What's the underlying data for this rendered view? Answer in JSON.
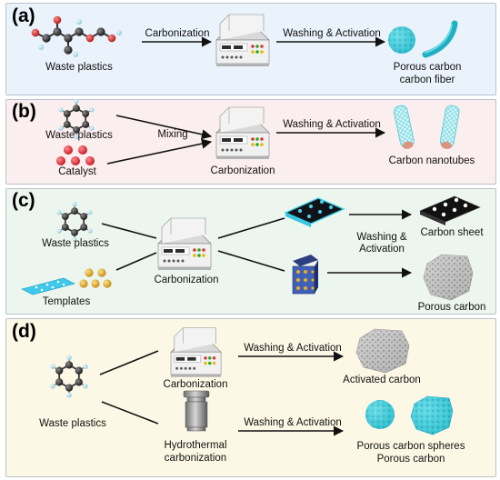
{
  "panels": {
    "a": {
      "label": "(a)",
      "source": "Waste plastics",
      "step1": "Carbonization",
      "step2": "Washing & Activation",
      "product_line1": "Porous carbon",
      "product_line2": "carbon fiber"
    },
    "b": {
      "label": "(b)",
      "source": "Waste plastics",
      "catalyst": "Catalyst",
      "mixing": "Mixing",
      "furnace": "Carbonization",
      "step2": "Washing & Activation",
      "product": "Carbon nanotubes"
    },
    "c": {
      "label": "(c)",
      "source": "Waste plastics",
      "templates": "Templates",
      "furnace": "Carbonization",
      "step2_line1": "Washing &",
      "step2_line2": "Activation",
      "product1": "Carbon sheet",
      "product2": "Porous carbon"
    },
    "d": {
      "label": "(d)",
      "source": "Waste plastics",
      "furnace1": "Carbonization",
      "furnace2_line1": "Hydrothermal",
      "furnace2_line2": "carbonization",
      "step_top": "Washing & Activation",
      "step_bottom": "Washing & Activation",
      "product1": "Activated carbon",
      "product2_line1": "Porous carbon spheres",
      "product2_line2": "Porous carbon"
    }
  },
  "colors": {
    "panel_a_bg": "#eaf3fb",
    "panel_b_bg": "#fbeeee",
    "panel_c_bg": "#edf6ee",
    "panel_d_bg": "#fdf8e6",
    "carbon_cyan": "#38c6d6",
    "atom_carbon": "#2a2a2a",
    "atom_oxygen": "#d83a3a",
    "atom_hydrogen": "#a9dce8",
    "catalyst_red": "#e63946",
    "template_gold": "#e0a81c"
  }
}
